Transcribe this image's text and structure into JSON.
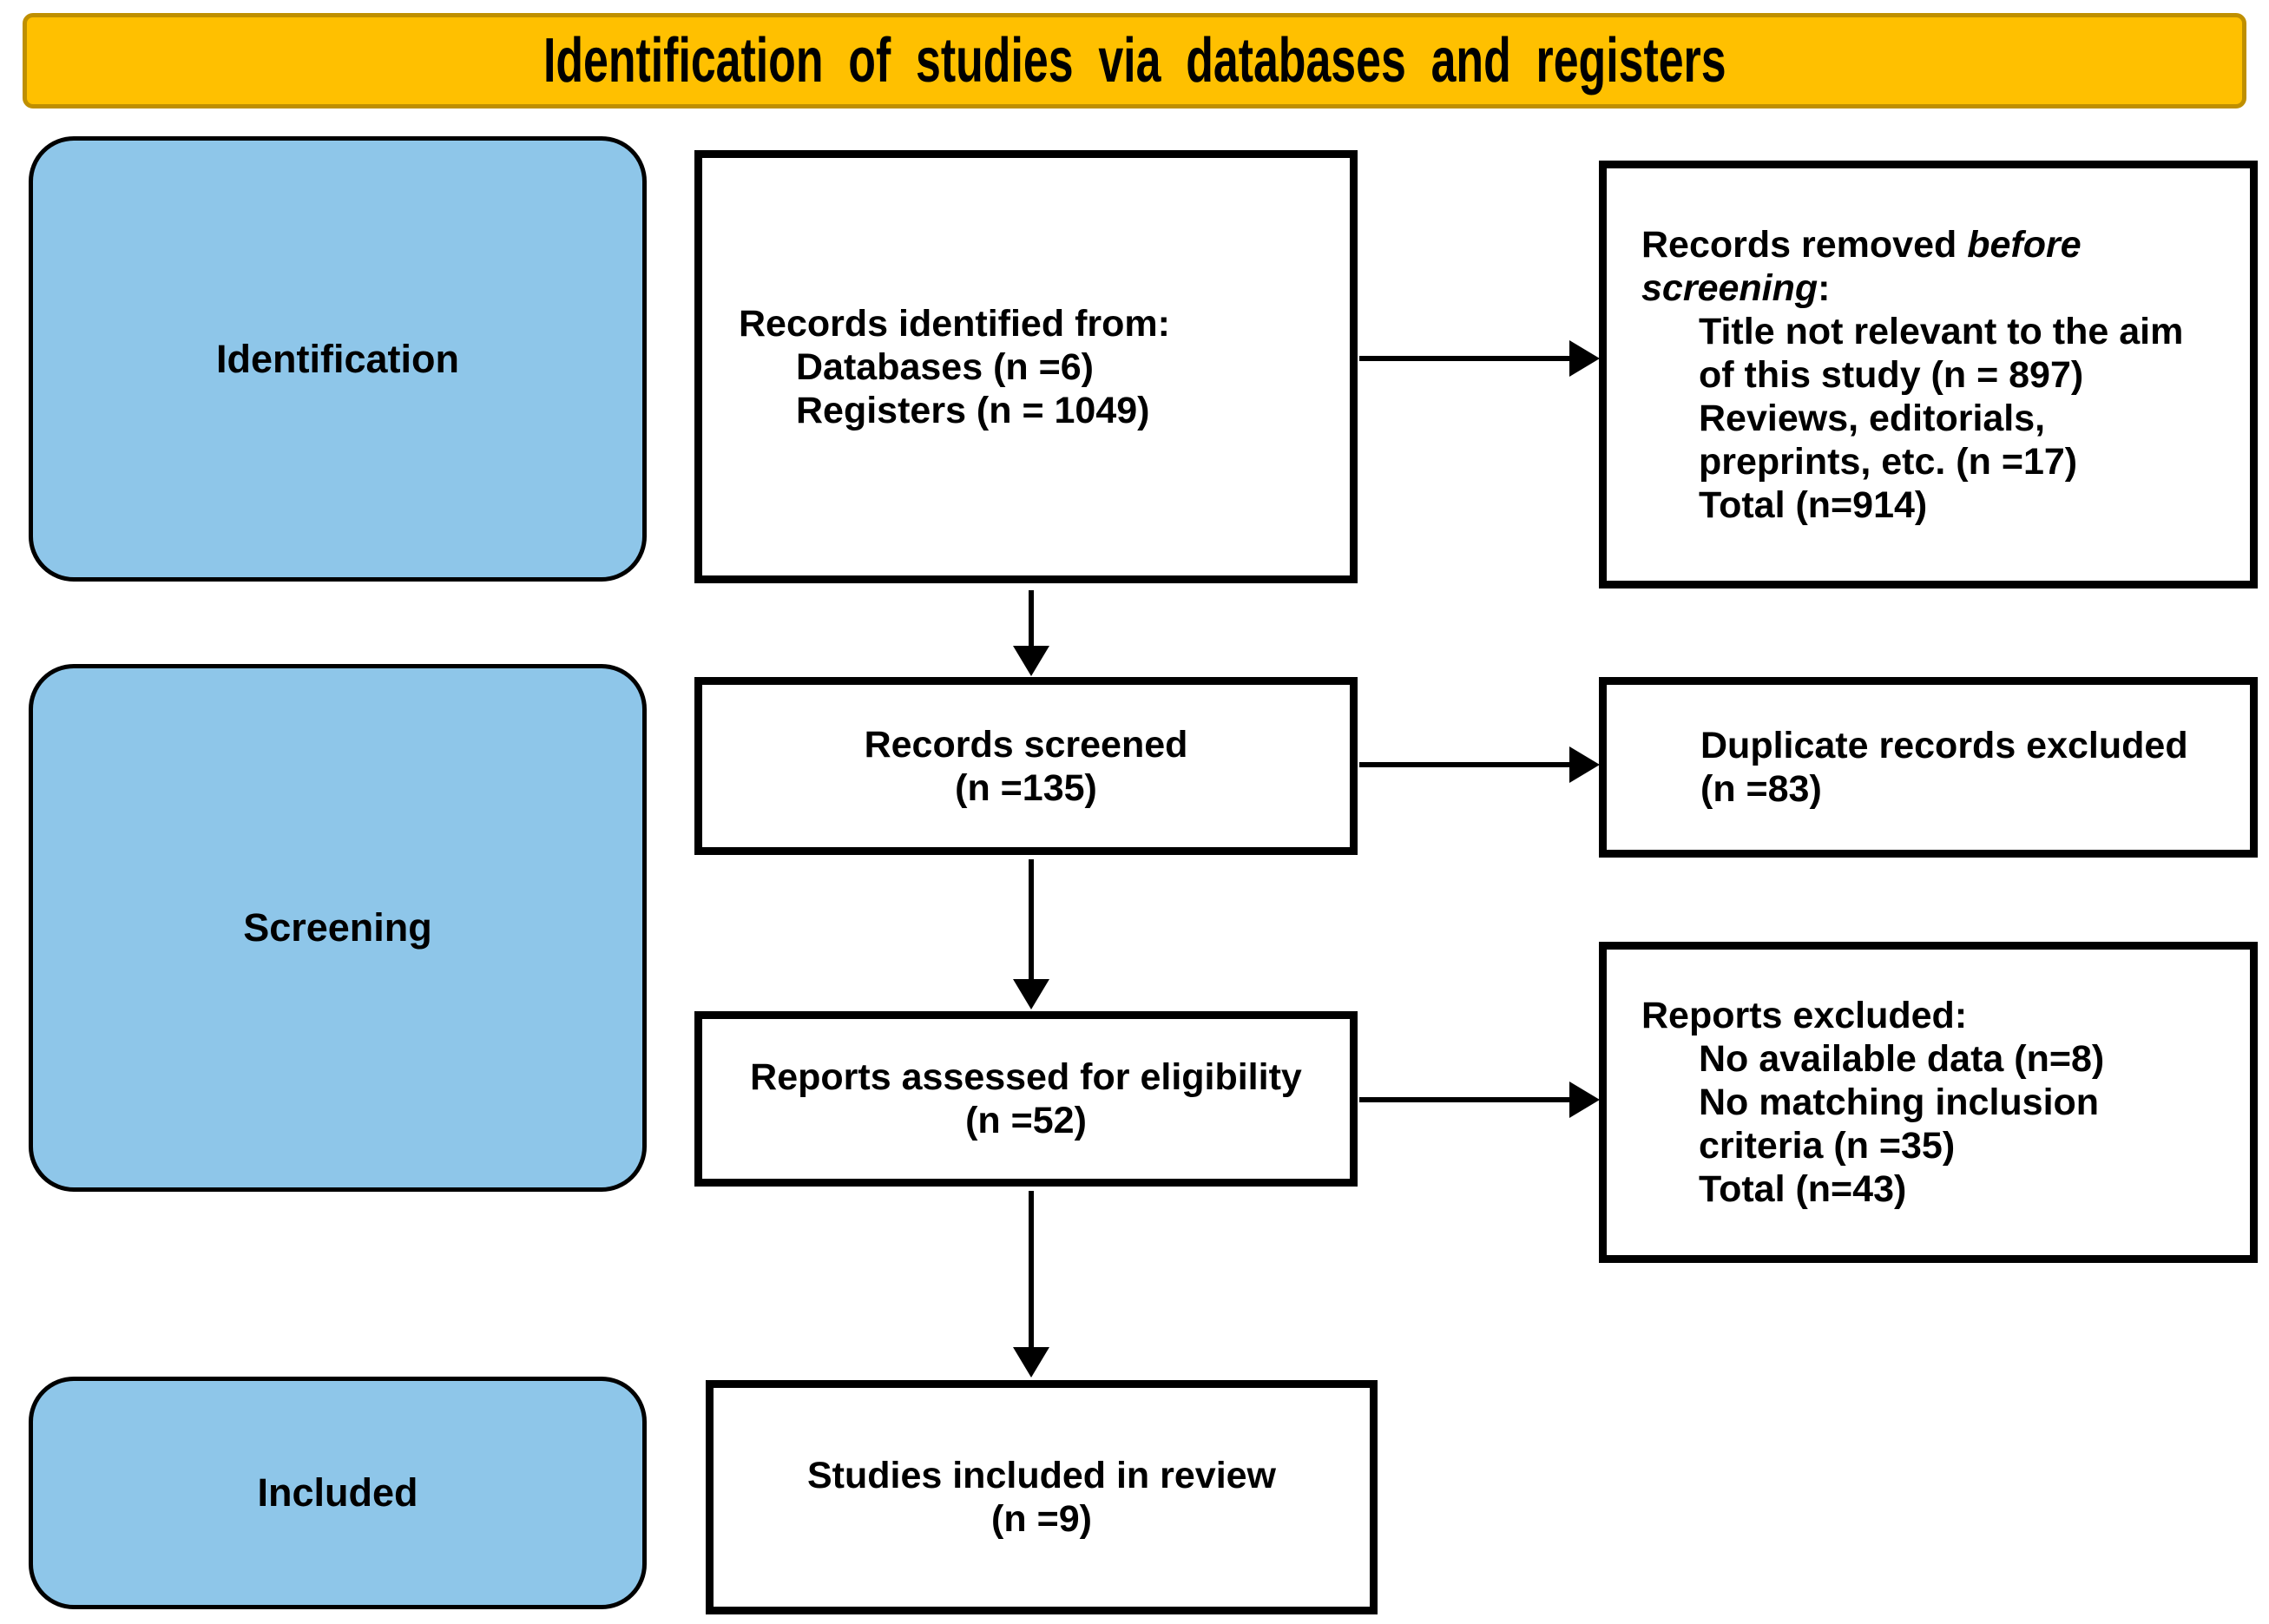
{
  "title": "Identification of studies via databases and registers",
  "colors": {
    "page_bg": "#FFFFFF",
    "banner_fill": "#FFC000",
    "banner_border": "#BF8F00",
    "stage_fill": "#8EC6E9",
    "box_bg": "#FFFFFF",
    "ink": "#000000"
  },
  "stages": [
    {
      "label": "Identification"
    },
    {
      "label": "Screening"
    },
    {
      "label": "Included"
    }
  ],
  "flow_boxes": {
    "records_identified": {
      "lines": [
        {
          "indent": 0,
          "segments": [
            {
              "t": "Records identified from:",
              "i": false
            }
          ]
        },
        {
          "indent": 1,
          "segments": [
            {
              "t": "Databases (n =6)",
              "i": false
            }
          ]
        },
        {
          "indent": 1,
          "segments": [
            {
              "t": "Registers (n = 1049)",
              "i": false
            }
          ]
        }
      ]
    },
    "records_removed": {
      "lines": [
        {
          "indent": 0,
          "segments": [
            {
              "t": "Records removed ",
              "i": false
            },
            {
              "t": "before",
              "i": true
            }
          ]
        },
        {
          "indent": 0,
          "segments": [
            {
              "t": "screening",
              "i": true
            },
            {
              "t": ":",
              "i": false
            }
          ]
        },
        {
          "indent": 1,
          "segments": [
            {
              "t": "Title not relevant to the aim",
              "i": false
            }
          ]
        },
        {
          "indent": 1,
          "segments": [
            {
              "t": "of this study (n = 897)",
              "i": false
            }
          ]
        },
        {
          "indent": 1,
          "segments": [
            {
              "t": "Reviews, editorials,",
              "i": false
            }
          ]
        },
        {
          "indent": 1,
          "segments": [
            {
              "t": "preprints, etc. (n =17)",
              "i": false
            }
          ]
        },
        {
          "indent": 1,
          "segments": [
            {
              "t": "Total (n=914)",
              "i": false
            }
          ]
        }
      ]
    },
    "records_screened": {
      "lines": [
        {
          "indent": 0,
          "segments": [
            {
              "t": "Records screened",
              "i": false
            }
          ]
        },
        {
          "indent": 0,
          "segments": [
            {
              "t": "(n =135)",
              "i": false
            }
          ]
        }
      ]
    },
    "duplicates_excluded": {
      "lines": [
        {
          "indent": 0,
          "segments": [
            {
              "t": "Duplicate records excluded",
              "i": false
            }
          ]
        },
        {
          "indent": 0,
          "segments": [
            {
              "t": "(n =83)",
              "i": false
            }
          ]
        }
      ]
    },
    "reports_assessed": {
      "lines": [
        {
          "indent": 0,
          "segments": [
            {
              "t": "Reports assessed for eligibility",
              "i": false
            }
          ]
        },
        {
          "indent": 0,
          "segments": [
            {
              "t": "(n =52)",
              "i": false
            }
          ]
        }
      ]
    },
    "reports_excluded": {
      "lines": [
        {
          "indent": 0,
          "segments": [
            {
              "t": "Reports excluded:",
              "i": false
            }
          ]
        },
        {
          "indent": 1,
          "segments": [
            {
              "t": "No available data (n=8)",
              "i": false
            }
          ]
        },
        {
          "indent": 1,
          "segments": [
            {
              "t": "No matching inclusion",
              "i": false
            }
          ]
        },
        {
          "indent": 1,
          "segments": [
            {
              "t": "criteria (n =35)",
              "i": false
            }
          ]
        },
        {
          "indent": 1,
          "segments": [
            {
              "t": "Total (n=43)",
              "i": false
            }
          ]
        }
      ]
    },
    "studies_included": {
      "lines": [
        {
          "indent": 0,
          "segments": [
            {
              "t": "Studies included in review",
              "i": false
            }
          ]
        },
        {
          "indent": 0,
          "segments": [
            {
              "t": "(n =9)",
              "i": false
            }
          ]
        }
      ]
    }
  }
}
